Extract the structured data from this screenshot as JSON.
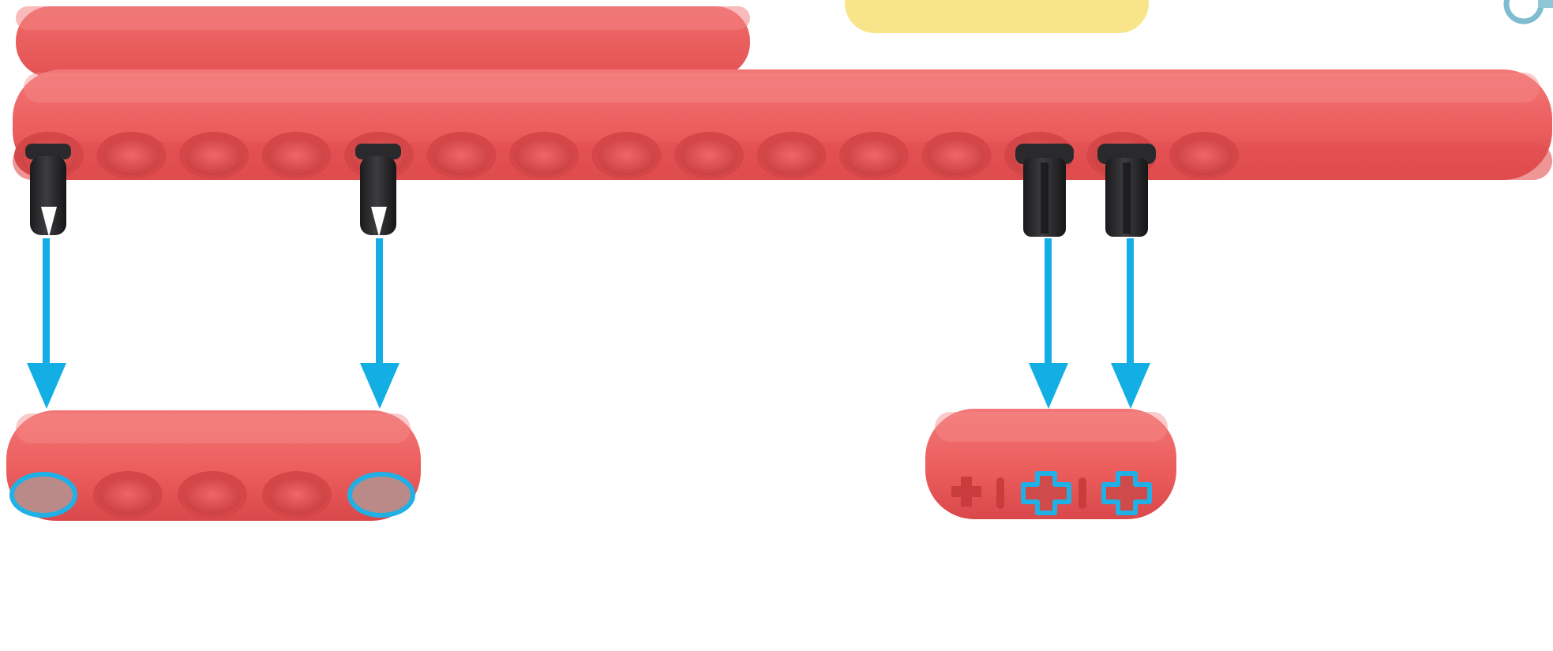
{
  "colors": {
    "beam_red": "#ee5a5a",
    "beam_top": "#f47a78",
    "beam_shadow": "#c93f41",
    "hole_dark": "#d34545",
    "pin_black": "#2b2b2d",
    "arrow_blue": "#12aee4",
    "callout_yellow": "#f8e58a",
    "ring_blue": "#1fb0e6",
    "icon_blue": "#8fc7d6"
  },
  "icons": {
    "callout": "callout-note",
    "corner": "key-icon"
  },
  "parts": {
    "long_beam_holes": 15,
    "upper_beam": "7-hole liftarm",
    "pins": [
      "friction-pin",
      "friction-pin",
      "axle-pin",
      "axle-pin"
    ],
    "left_beam_holes": 5,
    "right_beam_holes": 3
  }
}
